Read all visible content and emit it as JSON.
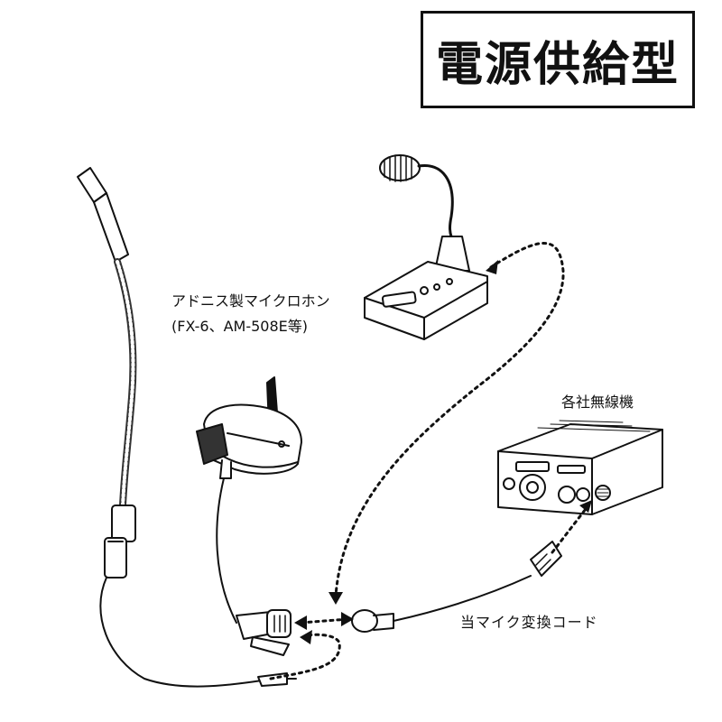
{
  "title": "電源供給型",
  "labels": {
    "mic_name": "アドニス製マイクロホン",
    "mic_models": "(FX-6、AM-508E等)",
    "radio": "各社無線機",
    "cord": "当マイク変換コード"
  }
}
